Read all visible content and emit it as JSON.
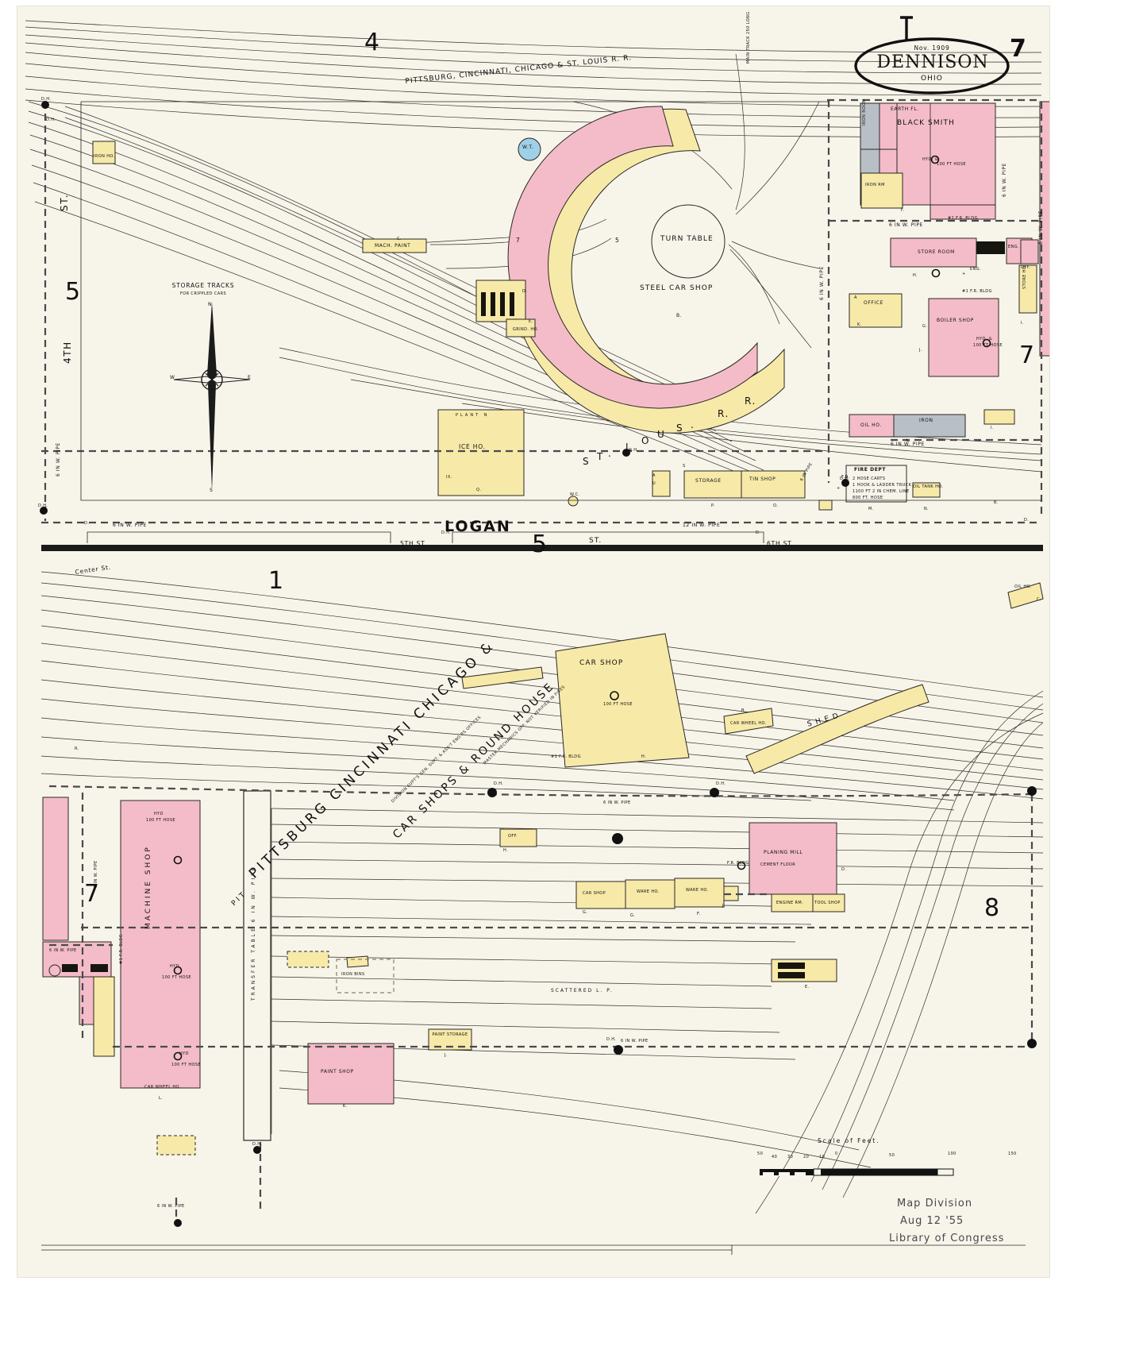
{
  "sheet": {
    "title_cartouche": {
      "date": "Nov. 1909",
      "city": "DENNISON",
      "state": "OHIO"
    },
    "sheet_number_right": "7",
    "sheet_number_left_top": "4",
    "key_numbers": {
      "top_left_mid": "5",
      "top_right_hook": "1",
      "left_mid": "5",
      "right_mid": "7",
      "lower_left": "1",
      "lower_left_block": "7",
      "lower_right_block": "8",
      "center_lower": "5"
    },
    "scale": {
      "label": "Scale of Feet.",
      "left_ticks": [
        "50",
        "40",
        "30",
        "20",
        "10"
      ],
      "right_ticks": [
        "0",
        "50",
        "100",
        "150"
      ]
    },
    "stamp": {
      "line1": "Map Division",
      "line2": "Aug 12 '55",
      "line3": "Library of Congress"
    }
  },
  "railroad": {
    "main_label": "PITTSBURG, CINCINNATI, CHICAGO & ST. LOUIS R. R.",
    "upper_right_curve": [
      "S",
      "T",
      ".",
      "L",
      "O",
      "U",
      "I",
      "S",
      "R",
      ".",
      "R",
      "."
    ],
    "diagonal_yard_label_line1": "PITTSBURG CINCINNATI CHICAGO &",
    "diagonal_yard_label_line2": "CAR SHOPS & ROUND HOUSE",
    "diagonal_note1": "DIVISION SUPT'S GEN. SUPT. & ASS'T ENG'RS OFFICES",
    "diagonal_note2": "MASTER MECHANICS OFF. NOT VERIFIED IN FIRES"
  },
  "streets": {
    "fourth": "4TH",
    "fourth_st": "ST.",
    "fifth_pipe_left": "6 IN W. PIPE",
    "logan": "LOGAN",
    "fifth_st": "5TH ST.",
    "sixth_st": "6TH ST.",
    "center_st": "Center St.",
    "pipe_logan": "12 IN W. PIPE",
    "pipe_right": "6 IN W. PIPE"
  },
  "upper_map": {
    "storage_tracks_note_line1": "STORAGE TRACKS",
    "storage_tracks_note_line2": "FOR CRIPPLED CARS",
    "turn_table": "TURN TABLE",
    "steel_car_shop": "STEEL CAR SHOP",
    "water_tank": "W.T.",
    "mach_paint": "MACH. PAINT",
    "ice_house": "ICE HO.",
    "ice_house_letters": "PLANT N",
    "wc": "W.C.",
    "storage": "STORAGE",
    "tin_shop": "TIN SHOP",
    "oil_ho": "OIL HO.",
    "iron_label": "IRON",
    "office": "OFFICE",
    "store_room": "STORE ROOM",
    "boiler_shop": "BOILER SHOP",
    "black_smith": "BLACK SMITH",
    "earth_floor": "EARTH FL.",
    "iron_rm_1": "IRON RM",
    "iron_rm_2": "IRON RM",
    "iron_room_left": "IRON ROOM",
    "oil_house_tiny": "OIL HO.",
    "oil_tank_ho": "OIL TANK HO.",
    "engine_ho": "ENG. HO.",
    "frame_note_blacksmith": "#1 F.R. BLDG",
    "frame_note_boiler": "#1 F.R. BLDG",
    "hyd_label": "HYD. &",
    "hose_label": "100 FT HOSE",
    "storehouse_small": "STORE HO.",
    "dh": "D.H.",
    "fire_dept": {
      "title": "FIRE DEPT",
      "lines": [
        "2 HOSE CARTS",
        "1 HOOK & LADDER TRUCK",
        "1100 FT 2 IN CHEM. LINE",
        "800 FT. HOSE"
      ]
    },
    "letter_keys": [
      "C.",
      "D.",
      "E.",
      "F.",
      "G.",
      "H.",
      "J.",
      "K.",
      "L.",
      "M.",
      "N.",
      "O.",
      "P.",
      "Q.",
      "R.",
      "S.",
      "B.",
      "A."
    ]
  },
  "lower_map": {
    "car_shop": "CAR SHOP",
    "car_shop_hose": "100 FT HOSE",
    "shed": "SHED",
    "machine_shop": "MACHINE SHOP",
    "transfer_table": "TRANSFER TABLE 6 IN W. PIPE",
    "pit_label": "PIT",
    "paint_shop": "PAINT SHOP",
    "paint_storage": "PAINT STORAGE",
    "planing_mill": "PLANING MILL",
    "planing_mill_sub": "CEMENT FLOOR",
    "scattered_lp": "SCATTERED L. P.",
    "iron_bins": "IRON BINS",
    "car_shop_small": "CAR SHOP",
    "ware_ho_1": "WARE HO.",
    "ware_ho_2": "WARE HO.",
    "office_small": "OFF.",
    "engine_rm": "ENGINE RM.",
    "tool_shop": "TOOL SHOP",
    "car_wheel_ho": "CAR WHEEL HO.",
    "oil_ho_right": "OIL HO.",
    "hyd": "HYD",
    "hose_100": "100 FT HOSE",
    "dh": "D.H.",
    "pipe_6": "6 IN W. PIPE",
    "fr_bldg": "#1 F.R. BLDG",
    "letter_keys": [
      "B.",
      "C.",
      "D.",
      "E.",
      "F.",
      "G.",
      "H.",
      "J.",
      "K.",
      "L.",
      "M.",
      "N."
    ]
  },
  "compass": {
    "n": "N",
    "s": "S",
    "e": "E",
    "w": "W"
  },
  "colors": {
    "paper": "#f7f4ea",
    "brick_pink": "#f4bcc8",
    "frame_yellow": "#f7e9a8",
    "special_gray": "#b9bfc6",
    "water_blue": "#9fd0e8",
    "ink": "#1a1a1a",
    "track_gray": "#4a4a4a"
  }
}
